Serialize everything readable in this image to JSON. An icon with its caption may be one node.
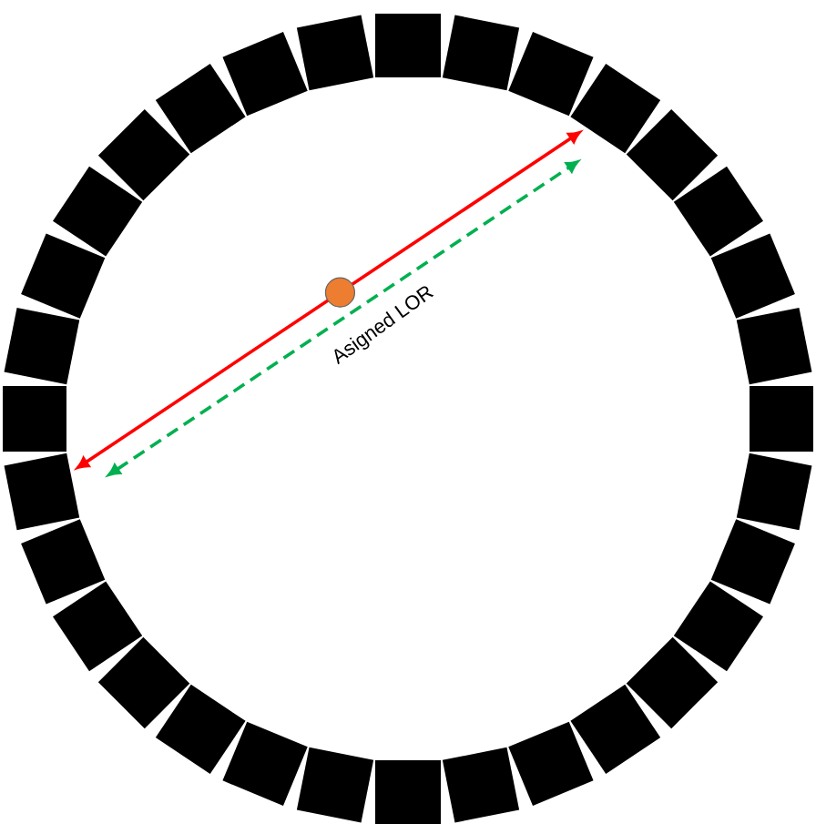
{
  "diagram": {
    "nodes": [
      {
        "text": [],
        "shape": "box"
      },
      {
        "text": [],
        "shape": "box"
      }
    ],
    "edges": [
      {
        "from": 0,
        "to": 1,
        "arrow": "both",
        "color": "#ff0000"
      },
      {
        "from": 0,
        "to": 1,
        "arrow": "both",
        "style": "dashed",
        "color": "#00b050",
        "label": "Asigned LOR"
      }
    ]
  }
}
